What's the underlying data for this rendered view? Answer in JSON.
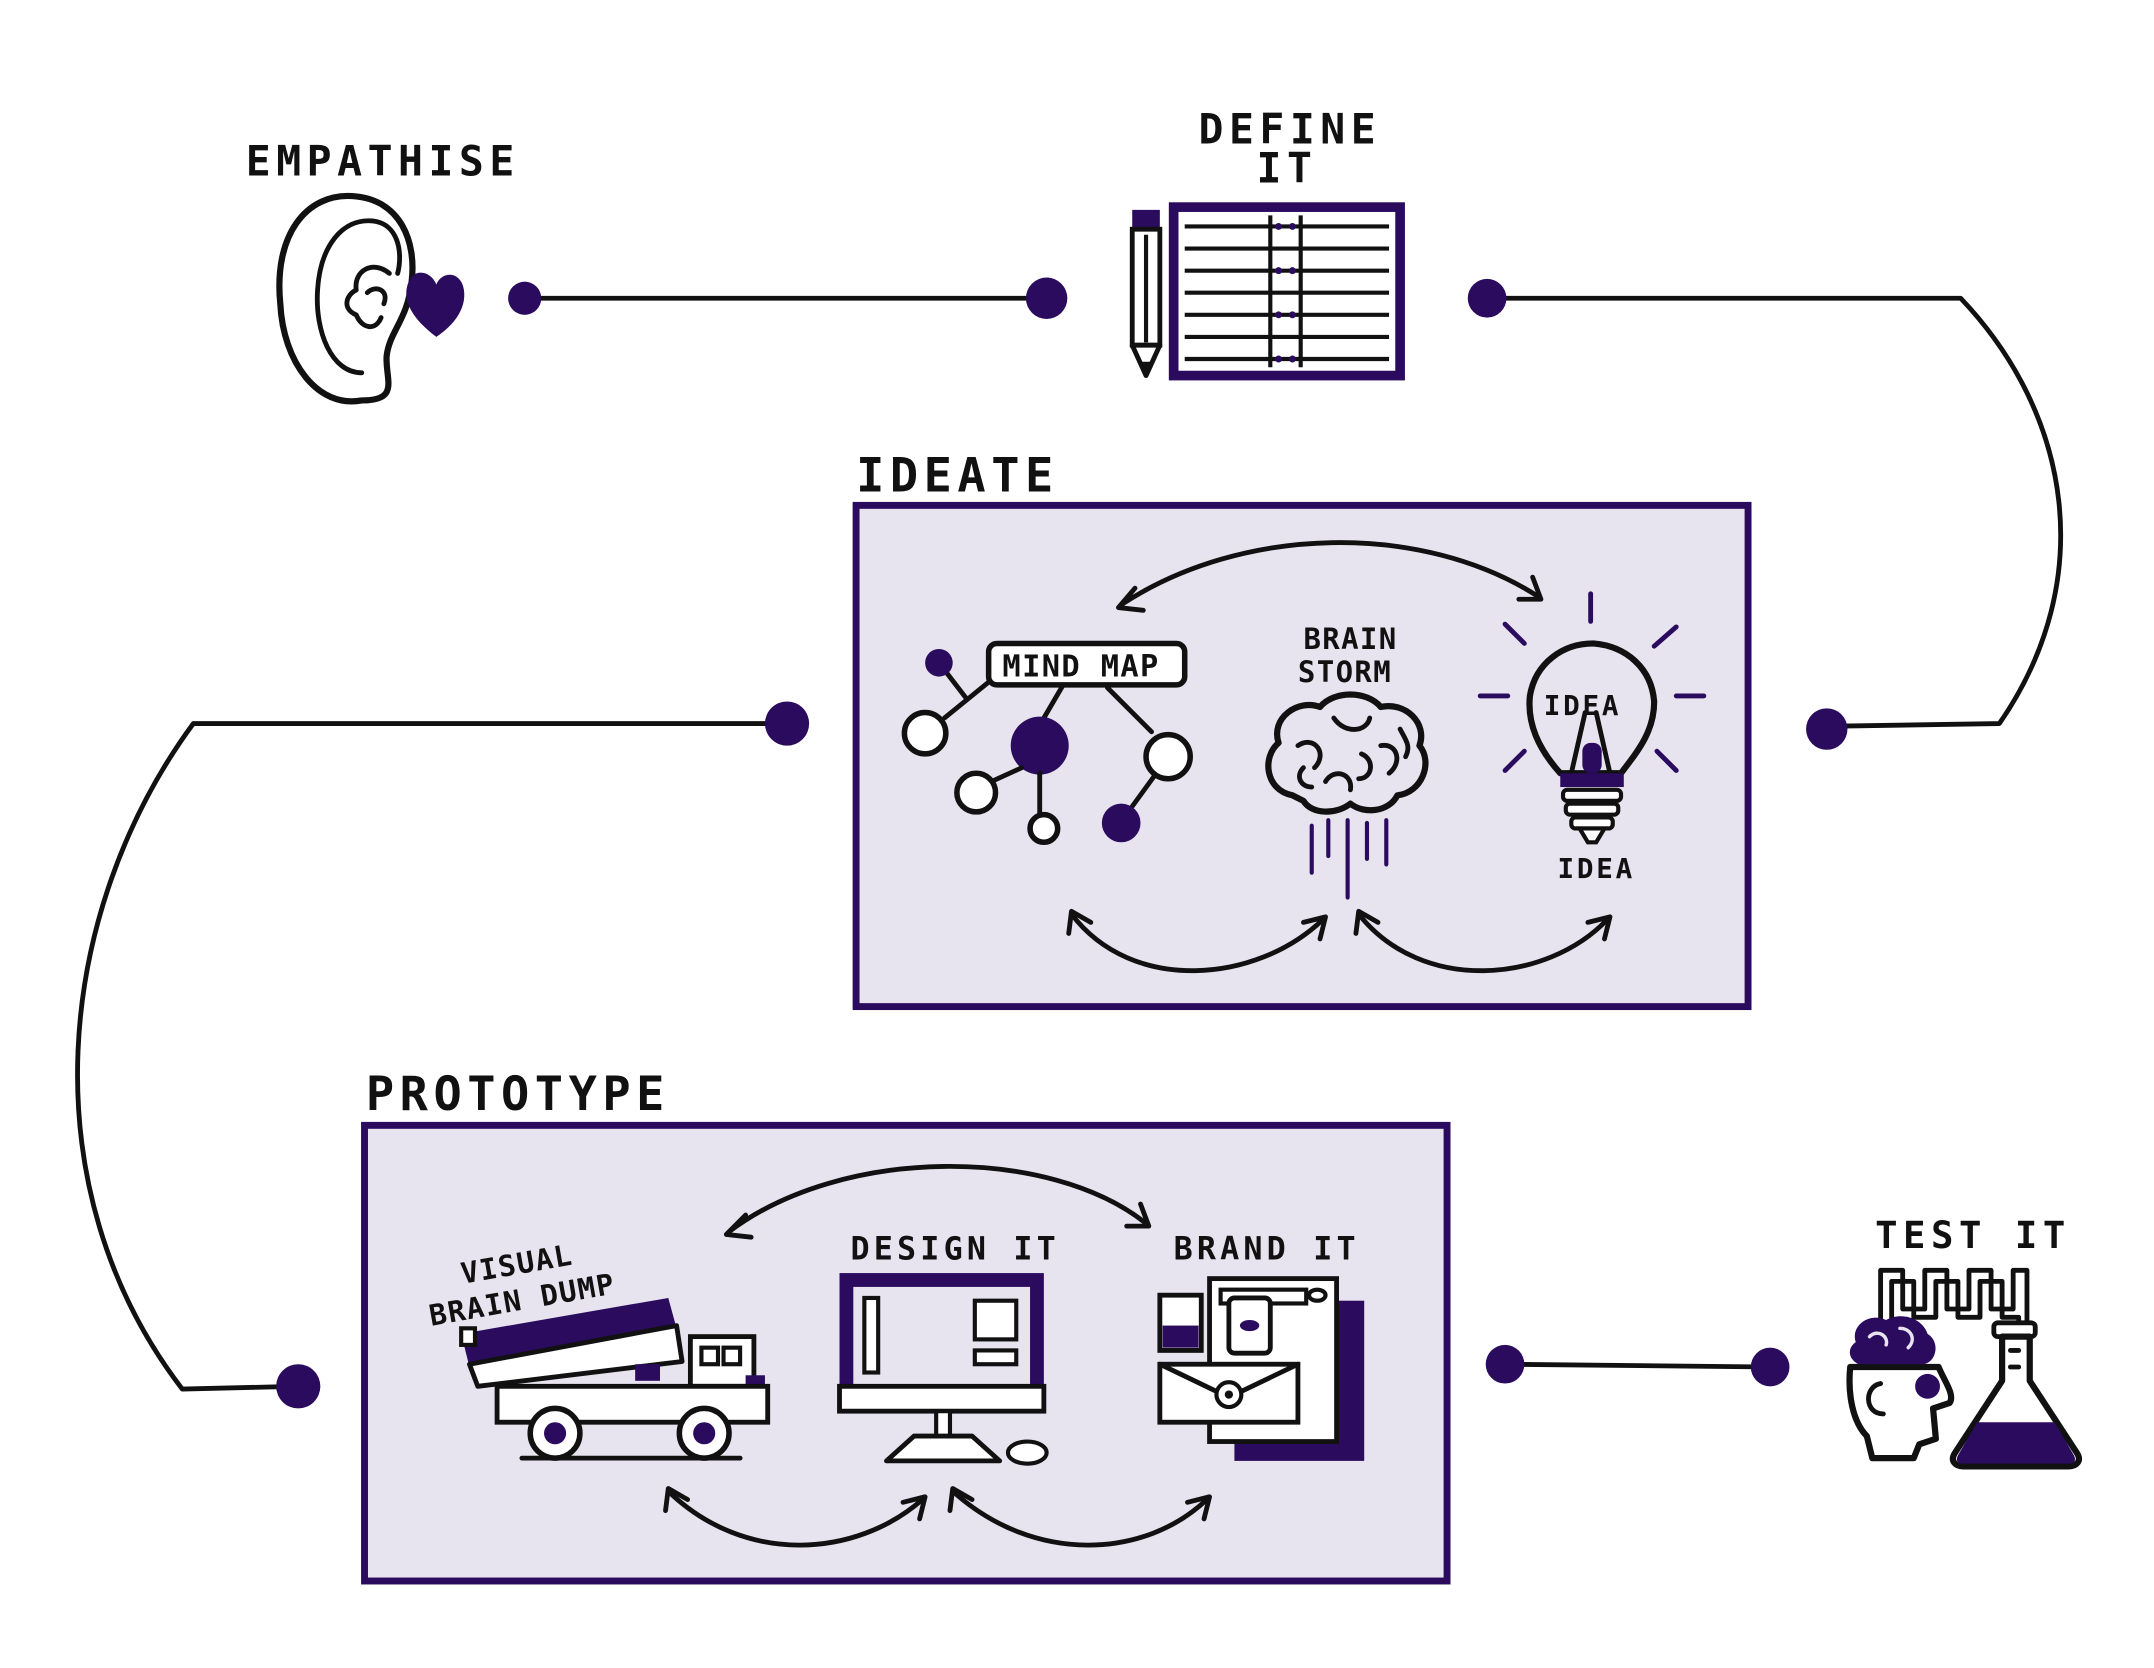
{
  "colors": {
    "accent": "#2a0b5e",
    "panel_fill": "#e7e4ef",
    "ink": "#111111"
  },
  "stages": {
    "empathise": {
      "label": "EMPATHISE",
      "icon": "ear-heart-icon"
    },
    "define": {
      "label_line1": "DEFINE",
      "label_line2": "IT",
      "icon": "pencil-notebook-icon"
    },
    "ideate": {
      "label": "IDEATE",
      "mind_map": "MIND MAP",
      "brain_storm_line1": "BRAIN",
      "brain_storm_line2": "STORM",
      "idea_bulb_text": "IDEA",
      "idea_caption": "IDEA"
    },
    "prototype": {
      "label": "PROTOTYPE",
      "visual_line1": "VISUAL",
      "visual_line2": "BRAIN DUMP",
      "design_it": "DESIGN IT",
      "brand_it": "BRAND IT"
    },
    "test": {
      "label": "TEST IT",
      "icon": "head-flask-icon"
    }
  }
}
